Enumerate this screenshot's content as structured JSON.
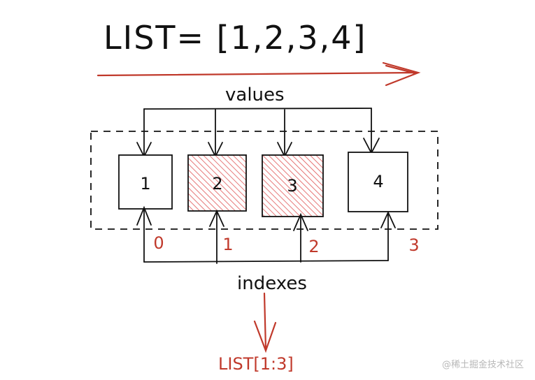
{
  "title": "LIST= [1,2,3,4]",
  "values_label": "values",
  "indexes_label": "indexes",
  "result_label": "LIST[1:3]",
  "cells": [
    {
      "value": "1",
      "index": "0",
      "highlighted": false
    },
    {
      "value": "2",
      "index": "1",
      "highlighted": true
    },
    {
      "value": "3",
      "index": "2",
      "highlighted": true
    },
    {
      "value": "4",
      "index": "3",
      "highlighted": false
    }
  ],
  "colors": {
    "ink": "#111111",
    "accent": "#c0392b",
    "hatch": "#e05555"
  },
  "watermark": "@稀土掘金技术社区"
}
